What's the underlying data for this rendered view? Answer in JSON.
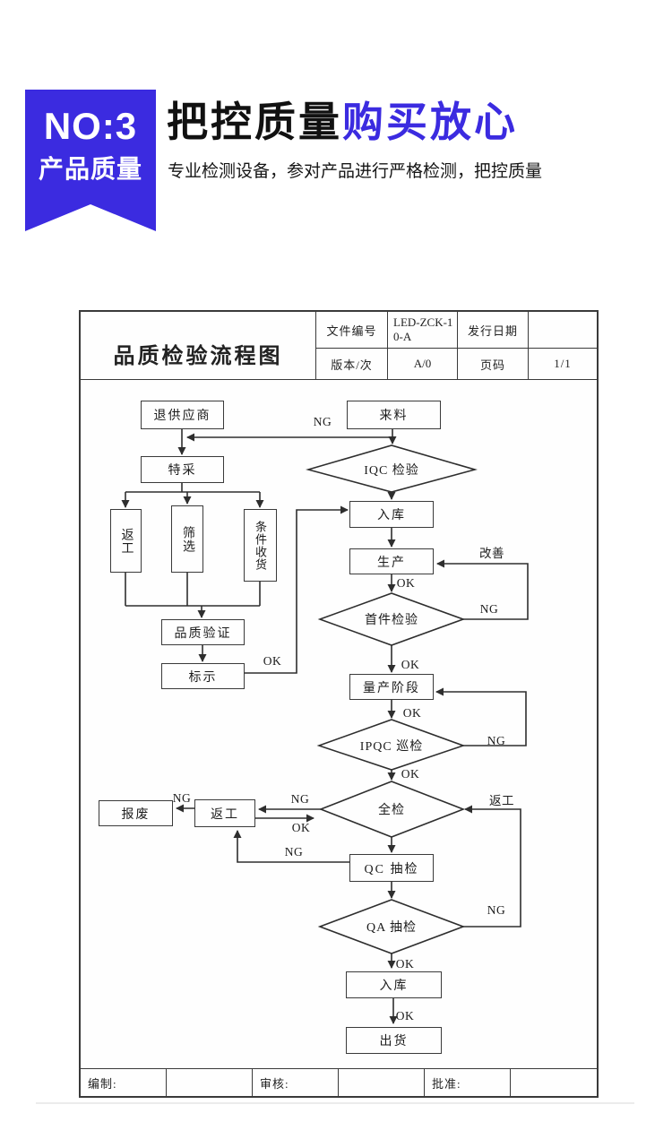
{
  "banner": {
    "badge_no": "NO:3",
    "badge_text": "产品质量",
    "title_black": "把控质量",
    "title_accent": "购买放心",
    "subtitle": "专业检测设备，参对产品进行严格检测，把控质量",
    "accent_color": "#3b2be0"
  },
  "doc_header": {
    "title": "品质检验流程图",
    "doc_no_label": "文件编号",
    "doc_no_value": "LED-ZCK-10-A",
    "issue_date_label": "发行日期",
    "issue_date_value": "",
    "version_label": "版本/次",
    "version_value": "A/0",
    "page_label": "页码",
    "page_value": "1/1"
  },
  "flow": {
    "nodes": {
      "return_supplier": "退供应商",
      "incoming": "来料",
      "iqc": "IQC 检验",
      "special_adopt": "特采",
      "rework1": "返工",
      "screening": "筛选",
      "conditional_receipt": "条件收货",
      "warehouse1": "入库",
      "quality_verify": "品质验证",
      "marking": "标示",
      "production": "生产",
      "first_article": "首件检验",
      "mass_production": "量产阶段",
      "ipqc": "IPQC 巡检",
      "full_inspection": "全检",
      "rework2": "返工",
      "scrap": "报废",
      "qc_sampling": "QC 抽检",
      "qa_sampling": "QA 抽检",
      "warehouse2": "入库",
      "shipping": "出货"
    },
    "edge_labels": {
      "ng_incoming": "NG",
      "ok_marking": "OK",
      "ok_production": "OK",
      "improve": "改善",
      "ng_first_article": "NG",
      "ok_first_article": "OK",
      "ok_mass_production": "OK",
      "ng_ipqc": "NG",
      "ok_ipqc": "OK",
      "ng_full_left": "NG",
      "ok_full_left": "OK",
      "ng_scrap": "NG",
      "rework_loop": "返工",
      "ng_qc": "NG",
      "ng_qa": "NG",
      "ok_qa": "OK",
      "ok_warehouse2": "OK"
    }
  },
  "doc_footer": {
    "prepared_label": "编制:",
    "reviewed_label": "审核:",
    "approved_label": "批准:"
  },
  "colors": {
    "accent": "#3b2be0",
    "line": "#3a3a3a"
  }
}
